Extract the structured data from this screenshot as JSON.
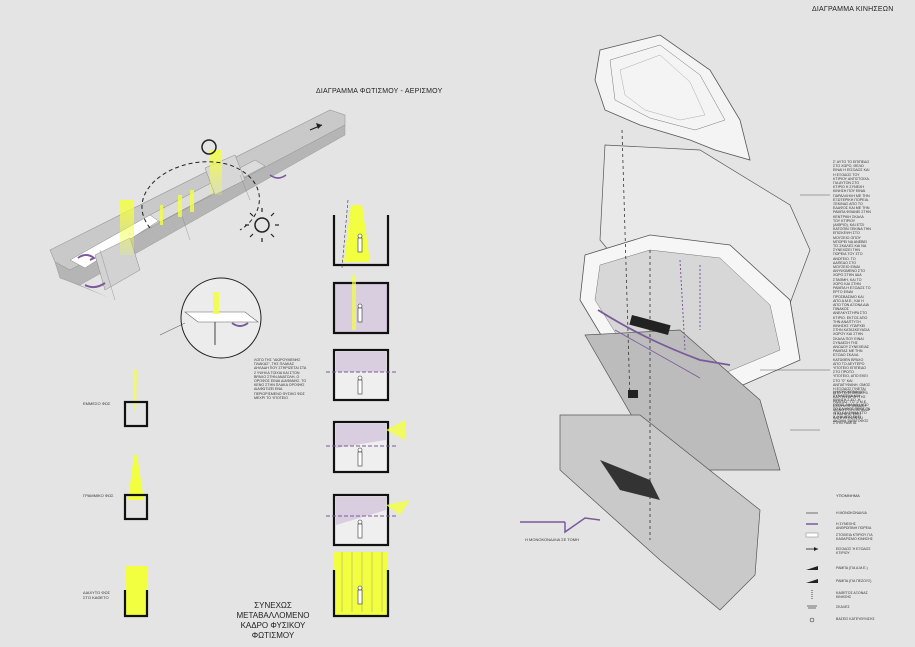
{
  "titles": {
    "lighting": "ΔΙΑΓΡΑΜΜΑ ΦΩΤΙΣΜΟΥ - ΑΕΡΙΣΜΟΥ",
    "movement": "ΔΙΑΓΡΑΜΜΑ ΚΙΝΗΣΕΩΝ",
    "continuous_line1": "ΣΥΝΕΧΩΣ ΜΕΤΑΒΑΛΛΟΜΕΝΟ",
    "continuous_line2": "ΚΑΔΡΟ ΦΥΣΙΚΟΥ ΦΩΤΙΣΜΟΥ"
  },
  "light_types": [
    {
      "label": "ΕΜΜΕΣΟ ΦΩΣ"
    },
    {
      "label": "ΓΡΑΜΜΙΚΟ ΦΩΣ"
    },
    {
      "label": "ΔΙΑΧΥΤΟ ΦΩΣ ΣΤΟ ΚΑΘΕΤΟ"
    }
  ],
  "slab_note": "ΛΟΓΩ ΤΗΣ \"ΑΙΩΡΟΥΜΕΝΗΣ ΠΛΑΚΑΣ\", ΤΗΣ ΠΛΑΚΑΣ ΔΗΛΑΔΗ ΠΟΥ ΣΤΗΡΙΖΕΤΑΙ ΣΤΑ 2 ΥΨΗΛΑ ΤΟΙΧΙΑ ΚΑΙ ΣΤΟΝ ΒΡΑΧΟ ΣΤΗΝ ΑΝΑΤΟΛΗ, Ο ΟΡΟΦΟΣ ΕΙΝΑΙ ΔΙΑΦΑΝΗΣ. ΤΟ ΚΕΝΟ ΣΤΗΝ ΠΛΑΚΑ ΟΡΟΦΗΣ ΔΙΑΦΩΤΙΖΕΙ ΕΝΑ ΠΕΡΙΟΡΙΣΜΕΝΟ ΦΥΣΙΚΟ ΦΩΣ ΜΕΧΡΙ ΤΟ ΥΠΟΓΕΙΟ",
  "movement_note": "Σ' ΑΥΤΟ ΤΟ ΕΠΙΠΕΔΟ ΣΤΟ ΧΩΡΟ, ΘΕΛΩ ΕΙΝΑΙ Η ΕΙΣΟΔΟΣ ΚΑΙ Η ΕΞΟΔΟΣ ΤΟΥ ΚΤΙΡΙΟΥ ΑΝΤΙΣΤΟΙΧΑ. ΓΙΑ ΑΥΤΟΝ ΣΤΟ ΚΤΙΡΙΟ Η ΣΥΝΕΧΗ ΚΙΝΗΣΗ ΠΟΥ ΕΙΝΑΙ ΠΑΡΑΛΛΗΛΗ ΜΕ ΤΗΝ ΕΞΩΤΕΡΙΚΗ ΠΟΡΕΙΑ. ΞΕΚΙΝΑΣ ΑΠΟ ΤΟ ΕΔΑΦΟΣ ΚΑΙ ΜΕ ΤΗΝ ΡΑΜΠΑ ΦΘΑΝΕΙ ΣΤΗΝ ΚΕΝΤΡΙΚΗ ΣΚΑΛΑ ΤΟΥ ΚΤΙΡΙΟΥ (ΑΙΘΡΙΟ), ΚΑΙ ΕΤΣΙ ΚΑΤΟΠΙΝ ΞΕΚΙΝΑ ΤΗΝ ΕΠΙΣΚΕΨΗ ΣΤΟ ΜΟΥΣΕΙΟ ΟΠΟΥ ΜΠΟΡΕΙ ΝΑ ΑΝΕΒΕΙ ΤΙΣ ΣΚΑΛΕΣ ΚΑΙ ΝΑ ΣΥΝΕΧΙΣΕΙ ΤΗΝ ΠΟΡΕΙΑ ΤΟΥ ΣΤΟ ΑΝΩΓΕΙΟ. ΤΟ ΔΑΠΕΔΟ ΣΤΟ ΜΟΥΣΕΙΟ ΕΙΝΑΙ ΑΝΥΨΩΜΕΝΟ ΣΤΟ ΧΩΡΟ ΣΤΗΝ ΙΔΙΑ ΣΤΑΘΜΗ, ΚΑΙ ΤΟ ΧΩΡΟ ΚΑΙ ΣΤΗΝ ΡΑΜΠΑ Η ΕΞΟΔΟΣ ΤΟ ΕΡΓΟ ΕΙΝΑΙ ΠΡΟΣΒΑΣΙΜΟ ΚΑΙ ΑΠΟ Α.Μ.Ε., ΚΑΙ Η ΑΠΟ ΤΟΝ ΑΞΟΝΑ ΔΙΑ ΠΙΝΑΚΟΣ ΑΝΕΛΚΥΣΤΗΡΑ ΣΤΟ ΚΤΙΡΙΟ. ΕΚΤΟΣ ΑΠΟ ΤΗΝ ΑΝΑΠΤΥΞΗ ΚΙΝΗΣΗΣ ΥΠΑΡΧΕΙ ΣΤΗΝ ΚΑΤΑΣΚΕΥΑΣΙΑ ΧΩΡΟΥ ΚΑΙ ΣΤΗΝ ΣΚΑΛΑ ΠΟΥ ΕΙΝΑΙ ΣΥΝΔΕΣΗ ΤΗΣ ΑΝΟΔΟΥ ΣΥΝΕΧΕΙΑΣ ΡΑΜΠΑΣ ΜΕ ΤΗΝ ΕΞΟΔΟ ΣΚΑΛΑ ΚΑΤΩΘΕΝ ΒΡΑΧΟ ΑΠΟ ΤΟ ΔΕΥΤΕΡΟ ΥΠΟΓΕΙΟ ΕΠΙΠΕΔΟ ΣΤΟ ΠΡΩΤΟ ΥΠΟΓΕΙΟ, ΑΠΟ ΕΚΕΙ ΣΤΟ \"0\" ΚΑΙ ΑΝΠΑΤΥΦΑΝΗ, ΟΜΟΣ Η ΕΞΟΔΟΣ ΓΙΝΕΤΑΙ ΑΠΟ ΤΟ ΕΠΙΠΕΔΟ -1 ΚΑΙ ΤΗΝ ΑΡΧΗ ΤΗΣ ΡΑΜΠΑΣ. ΤΟ -2 Μ.Ε. ΕΧΟΥΝ ΠΡΟΣΒΑΣΗ ΜΟΝΟ ΣΤΟ ΕΠΙΠΕΔΟ -1 ΚΑΙ ΑΠΟ ΕΚΕΙ ΚΑΤΕΥΘΥΝΟΝΤΑΙ ΣΤΗΝ ΡΑΜΠΑ.",
  "monopati_note": "Η ΜΟΝΟΚΟΝΔΙΛΟΣ, ΣΥΝΔΕΤΙΚΑ ΜΙΑ ΚΙΝΗΣΗ Σ ΕΟ, Η ΟΠΟΙΣ ΔΗΛΑΔΗ ΑΠΟ ΤΟ ΕΔΑΦΟΣ ΠΡΟΣ ΤΑ ΑΠΟ ΚΑΙ ΣΗΜΑ ΣΤΟ Χ, ΚΑΙ ΑΠΟ ΕΚΕΙ ΑΚΟΜΗ ΤΑΡΑΤΟΦΟΣ",
  "section_note": "Η ΜΟΝΟΚΟΝΔΙΛΙΑ ΣΕ ΤΟΜΗ",
  "legend": {
    "title": "ΥΠΟΜΝΗΜΑ",
    "items": [
      {
        "label": "Η ΜΟΝΟΚΟΝΔΙΛΙΑ"
      },
      {
        "label": "Η ΣΥΝΕΧΗΣ ΑΝΘΡΩΠΙΝΗ ΠΟΡΕΙΑ"
      },
      {
        "label": "ΣΤΟΙΧΕΙΑ ΚΤΙΡΙΟΥ ΓΙΑ ΚΑΘΑΡΙΣΜΟ ΚΙΝΗΣΗΣ"
      },
      {
        "label": "ΕΙΣΟΔΟΣ Ή ΕΞΟΔΟΣ ΚΤΙΡΙΟΥ"
      },
      {
        "label": "ΡΑΜΠΑ (ΓΙΑ Α.Μ.Ε.)"
      },
      {
        "label": "ΡΑΜΠΑ (ΓΙΑ ΠΕΖΟΥΣ)"
      },
      {
        "label": "ΚΑΘΕΤΟΣ ΑΞΟΝΑΣ ΚΙΝΗΣΗΣ"
      },
      {
        "label": "ΣΚΑΛΕΣ"
      },
      {
        "label": "ΒΑΣΕΙΣ ΚΑΤΕΥΘΥΝΣΗΣ"
      }
    ]
  },
  "colors": {
    "background": "#e4e4e4",
    "light": "#f2ff40",
    "purple": "#7a5a9a",
    "lilac": "#c8b8d0"
  }
}
